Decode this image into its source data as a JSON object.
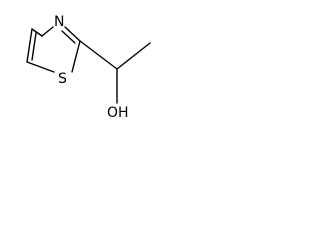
{
  "molecule": {
    "atoms": {
      "nitrogen": "N",
      "sulfur": "S",
      "hydroxyl": "OH"
    },
    "colors": {
      "bond": "#000000",
      "label": "#000000",
      "background": "#ffffff"
    }
  }
}
